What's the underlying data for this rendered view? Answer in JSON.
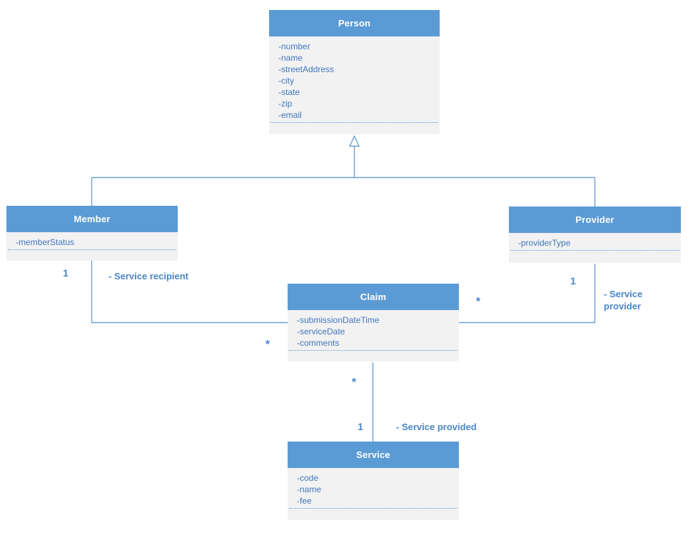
{
  "diagram_type": "uml-class-diagram",
  "colors": {
    "class_header_bg": "#5B9BD5",
    "class_header_text": "#FFFFFF",
    "class_body_bg": "#F2F2F2",
    "attribute_text": "#4377BE",
    "connector_line": "#6E9FD4",
    "label_text": "#4A86C8"
  },
  "classes": [
    {
      "name": "Person",
      "attributes": [
        "-number",
        "-name",
        "-streetAddress",
        "-city",
        "-state",
        "-zip",
        "-email"
      ]
    },
    {
      "name": "Member",
      "attributes": [
        "-memberStatus"
      ]
    },
    {
      "name": "Provider",
      "attributes": [
        "-providerType"
      ]
    },
    {
      "name": "Claim",
      "attributes": [
        "-submissionDateTime",
        "-serviceDate",
        "-comments"
      ]
    },
    {
      "name": "Service",
      "attributes": [
        "-code",
        "-name",
        "-fee"
      ]
    }
  ],
  "relationships": {
    "inheritance": {
      "parent": "Person",
      "children": [
        "Member",
        "Provider"
      ]
    },
    "member_claim": {
      "end_member": "1",
      "end_claim": "*",
      "role_label": "- Service recipient"
    },
    "provider_claim": {
      "end_provider": "1",
      "end_claim": "*",
      "role_label": "- Service provider"
    },
    "claim_service": {
      "end_claim": "*",
      "end_service": "1",
      "role_label": "- Service provided"
    }
  }
}
